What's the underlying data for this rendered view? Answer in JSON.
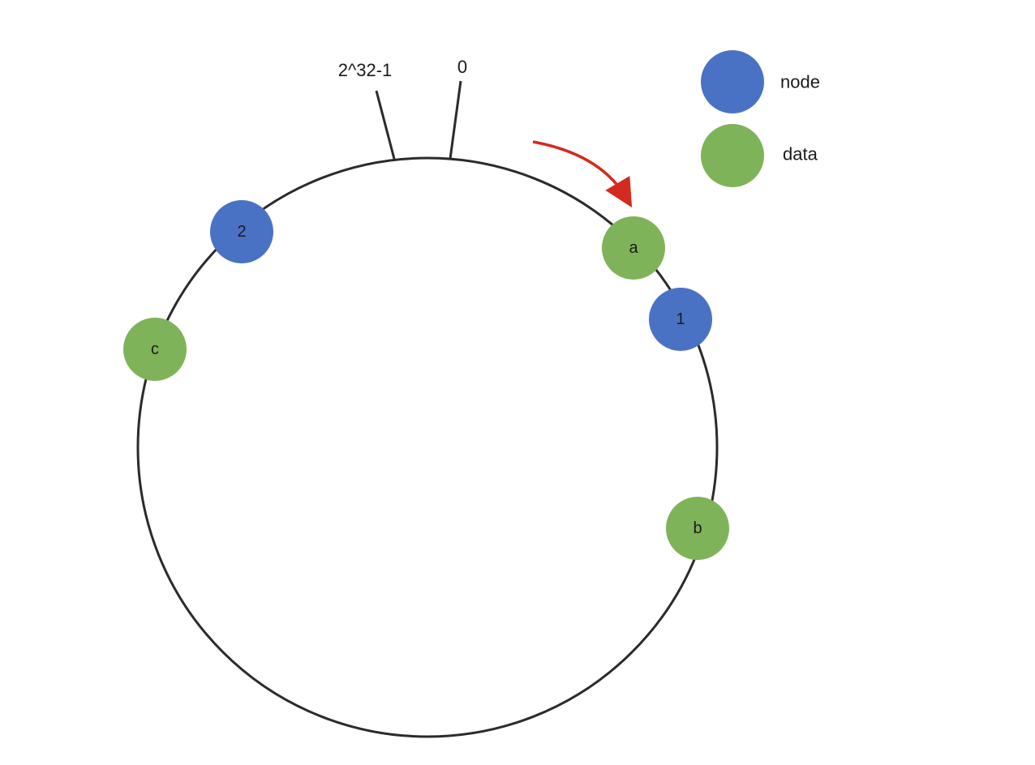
{
  "colors": {
    "node": "#4a72c4",
    "data": "#7fb35a",
    "ring": "#2b2b2b",
    "arrow": "#d42a1f"
  },
  "ring_labels": {
    "max": "2^32-1",
    "zero": "0"
  },
  "legend": {
    "node_label": "node",
    "data_label": "data"
  },
  "points": [
    {
      "id": "node-2",
      "kind": "node",
      "label": "2"
    },
    {
      "id": "node-1",
      "kind": "node",
      "label": "1"
    },
    {
      "id": "data-a",
      "kind": "data",
      "label": "a"
    },
    {
      "id": "data-b",
      "kind": "data",
      "label": "b"
    },
    {
      "id": "data-c",
      "kind": "data",
      "label": "c"
    }
  ]
}
